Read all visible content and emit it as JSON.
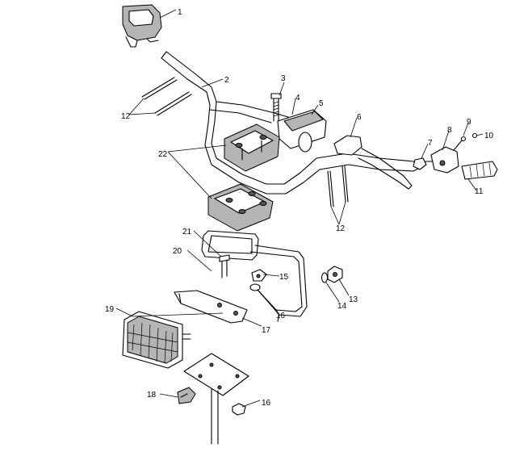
{
  "callouts": [
    {
      "id": "c1",
      "text": "1"
    },
    {
      "id": "c2",
      "text": "2"
    },
    {
      "id": "c3",
      "text": "3"
    },
    {
      "id": "c4",
      "text": "4"
    },
    {
      "id": "c5",
      "text": "5"
    },
    {
      "id": "c6",
      "text": "6"
    },
    {
      "id": "c7",
      "text": "7"
    },
    {
      "id": "c8",
      "text": "8"
    },
    {
      "id": "c9",
      "text": "9"
    },
    {
      "id": "c10",
      "text": "10"
    },
    {
      "id": "c11",
      "text": "11"
    },
    {
      "id": "c12a",
      "text": "12"
    },
    {
      "id": "c12b",
      "text": "12"
    },
    {
      "id": "c13",
      "text": "13"
    },
    {
      "id": "c14",
      "text": "14"
    },
    {
      "id": "c15",
      "text": "15"
    },
    {
      "id": "c16a",
      "text": "16"
    },
    {
      "id": "c16b",
      "text": "16"
    },
    {
      "id": "c17",
      "text": "17"
    },
    {
      "id": "c18",
      "text": "18"
    },
    {
      "id": "c19",
      "text": "19"
    },
    {
      "id": "c20",
      "text": "20"
    },
    {
      "id": "c21",
      "text": "21"
    },
    {
      "id": "c22",
      "text": "22"
    }
  ]
}
